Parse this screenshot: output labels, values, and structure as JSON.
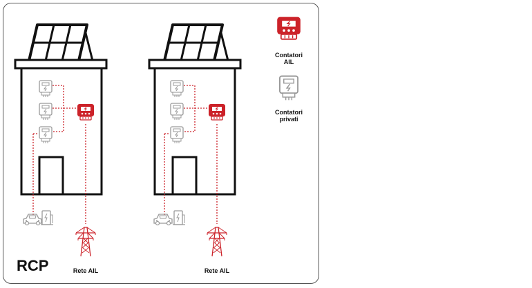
{
  "diagram": {
    "title": "RCP",
    "grid_label": "Rete AIL",
    "legend": {
      "ail_meter": "Contatori\nAIL",
      "private_meter": "Contatori\nprivati"
    }
  },
  "colors": {
    "ail_red": "#cc2229",
    "private_gray": "#999999",
    "outline": "#111111",
    "frame": "#555555"
  },
  "icons": [
    "solar-panel-icon",
    "ail-meter-icon",
    "private-meter-icon",
    "electric-car-icon",
    "charging-station-icon",
    "transmission-tower-icon",
    "door-icon"
  ]
}
